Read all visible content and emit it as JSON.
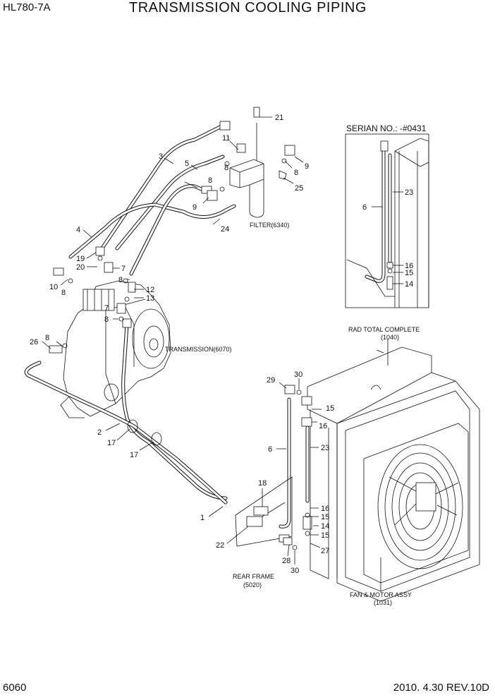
{
  "header": {
    "model": "HL780-7A",
    "title": "TRANSMISSION COOLING PIPING"
  },
  "footer": {
    "page_number": "6060",
    "revision": "2010. 4.30  REV.10D"
  },
  "inset": {
    "serial_label": "SERIAN NO.: -#0431",
    "callouts": [
      "6",
      "23",
      "16",
      "15",
      "14"
    ]
  },
  "component_labels": {
    "filter": "FILTER(6340)",
    "transmission": "TRANSMISSION(6070)",
    "rad_line1": "RAD TOTAL COMPLETE",
    "rad_line2": "(1040)",
    "rear_frame_line1": "REAR FRAME",
    "rear_frame_line2": "(5020)",
    "fan_line1": "FAN & MOTOR ASSY",
    "fan_line2": "(1031)"
  },
  "callouts": {
    "c21": "21",
    "c11": "11",
    "c3": "3",
    "c5": "5",
    "c9a": "9",
    "c8a": "8",
    "c25": "25",
    "c8b": "8",
    "c9b": "9",
    "c8c": "8",
    "c24": "24",
    "c4": "4",
    "c19": "19",
    "c20": "20",
    "c7a": "7",
    "c10": "10",
    "c8d": "8",
    "c8e": "8",
    "c12": "12",
    "c13": "13",
    "c7b": "7",
    "c8f": "8",
    "c8g": "8",
    "c26": "26",
    "c2": "2",
    "c17a": "17",
    "c17b": "17",
    "c1": "1",
    "c18": "18",
    "c22": "22",
    "c29": "29",
    "c30a": "30",
    "c15a": "15",
    "c16a": "16",
    "c6": "6",
    "c23": "23",
    "c16b": "16",
    "c15b": "15",
    "c14": "14",
    "c15c": "15",
    "c27": "27",
    "c28": "28",
    "c30b": "30"
  }
}
